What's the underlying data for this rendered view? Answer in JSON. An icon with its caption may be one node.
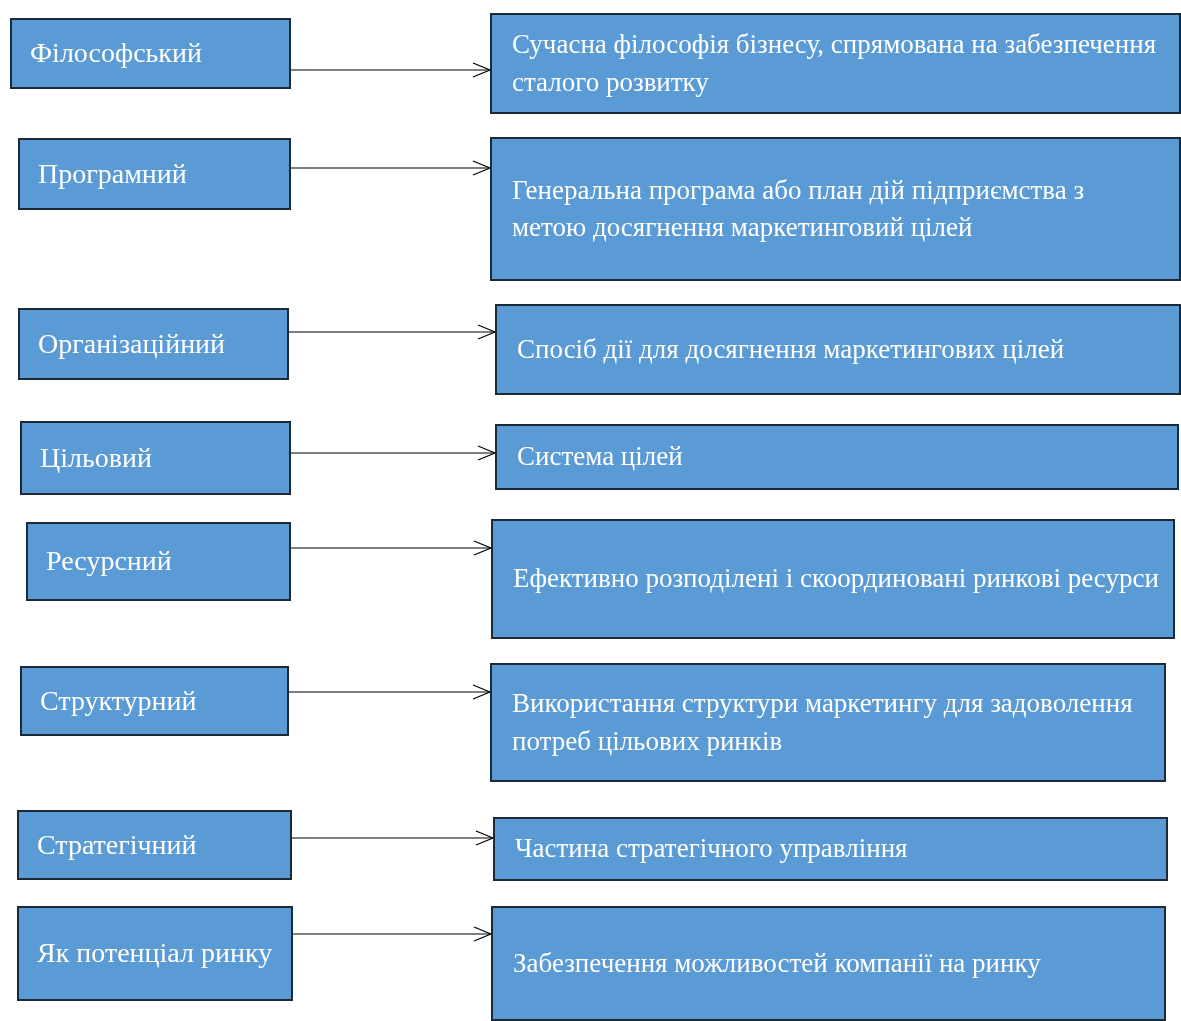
{
  "diagram": {
    "nodes": [
      {
        "text": [
          "Філософський"
        ]
      },
      {
        "text": [
          "Сучасна філософія бізнесу, спрямована на забезпечення сталого розвитку"
        ]
      },
      {
        "text": [
          "Програмний"
        ]
      },
      {
        "text": [
          "Генеральна програма або план дій підприємства з метою досягнення маркетинговий цілей"
        ]
      },
      {
        "text": [
          "Організаційний"
        ]
      },
      {
        "text": [
          "Спосіб дії для досягнення маркетингових цілей"
        ]
      },
      {
        "text": [
          "Цільовий"
        ]
      },
      {
        "text": [
          "Система цілей"
        ]
      },
      {
        "text": [
          "Ресурсний"
        ]
      },
      {
        "text": [
          "Ефективно розподілені і скоординовані ринкові ресурси"
        ]
      },
      {
        "text": [
          "Структурний"
        ]
      },
      {
        "text": [
          "Використання структури маркетингу  для задоволення потреб цільових ринків"
        ]
      },
      {
        "text": [
          "Стратегічний"
        ]
      },
      {
        "text": [
          "Частина стратегічного управління"
        ]
      },
      {
        "text": [
          "Як потенціал ринку"
        ]
      },
      {
        "text": [
          "Забезпечення  можливостей компанії на ринку"
        ]
      }
    ],
    "edges": [
      {
        "from": 0,
        "to": 1,
        "arrow": "to"
      },
      {
        "from": 2,
        "to": 3,
        "arrow": "to"
      },
      {
        "from": 4,
        "to": 5,
        "arrow": "to"
      },
      {
        "from": 6,
        "to": 7,
        "arrow": "to"
      },
      {
        "from": 8,
        "to": 9,
        "arrow": "to"
      },
      {
        "from": 10,
        "to": 11,
        "arrow": "to"
      },
      {
        "from": 12,
        "to": 13,
        "arrow": "to"
      },
      {
        "from": 14,
        "to": 15,
        "arrow": "to"
      }
    ]
  }
}
